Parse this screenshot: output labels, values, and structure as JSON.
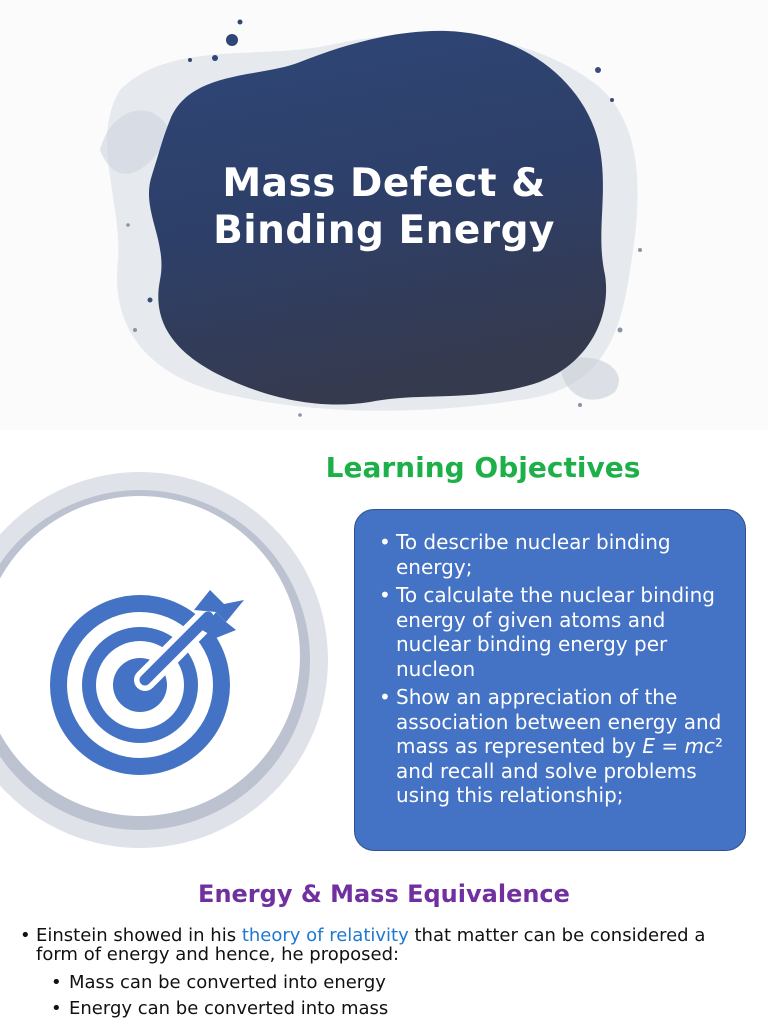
{
  "slide1": {
    "title_line1": "Mass Defect &",
    "title_line2": "Binding Energy",
    "colors": {
      "splash": "#2c3e66",
      "background": "#fbfbfc"
    }
  },
  "slide2": {
    "heading": "Learning Objectives",
    "objectives": [
      "To describe nuclear binding energy;",
      "To calculate the nuclear binding energy of given atoms and nuclear binding energy per nucleon",
      "Show an appreciation of the association between energy and mass as represented by E = mc² and recall and solve problems using this relationship;"
    ],
    "objective3_parts": {
      "pre": "Show an appreciation of the association between energy and mass as represented by ",
      "e": "E",
      "eq": " = ",
      "mc": "mc",
      "sup": "²",
      "post": " and recall and solve problems using this relationship;"
    },
    "icon": "target-with-arrow-icon",
    "colors": {
      "heading": "#1db049",
      "box": "#4472c4",
      "icon": "#4472c4"
    }
  },
  "slide3": {
    "heading": "Energy & Mass Equivalence",
    "para_pre": "Einstein showed in his ",
    "para_link": "theory of relativity",
    "para_post": " that matter can be considered a form of energy  and hence, he proposed:",
    "sub_items": [
      "Mass can be converted into energy",
      "Energy can be converted into mass"
    ],
    "colors": {
      "heading": "#7030a0",
      "link": "#1f78d1"
    }
  }
}
